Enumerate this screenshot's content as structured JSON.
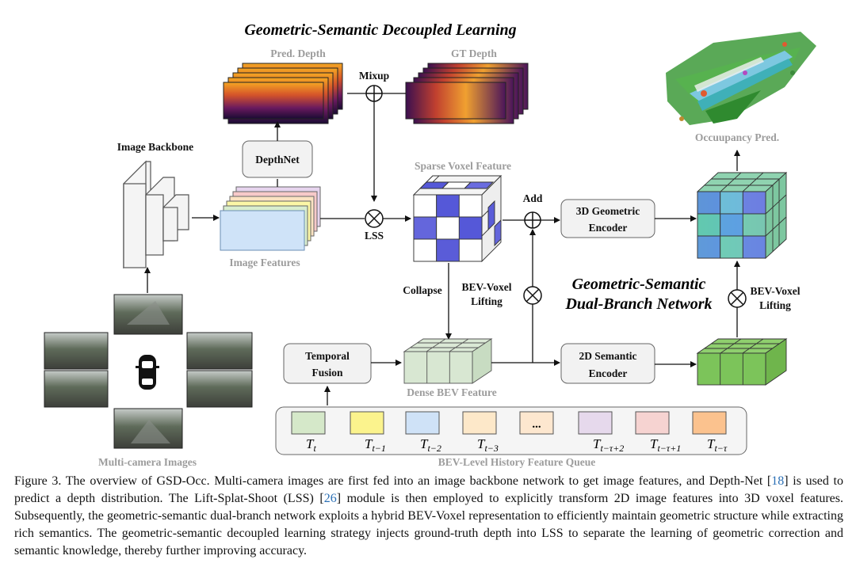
{
  "figure": {
    "title": "Geometric-Semantic Decoupled Learning",
    "labels": {
      "pred_depth": "Pred. Depth",
      "gt_depth": "GT Depth",
      "mixup": "Mixup",
      "image_backbone": "Image Backbone",
      "depthnet": "DepthNet",
      "image_features": "Image Features",
      "lss": "LSS",
      "sparse_voxel_feature": "Sparse Voxel Feature",
      "add": "Add",
      "geo_encoder_line1": "3D Geometric",
      "geo_encoder_line2": "Encoder",
      "occupancy_pred": "Occuupancy Pred.",
      "collapse": "Collapse",
      "bev_voxel_lifting_line1": "BEV-Voxel",
      "bev_voxel_lifting_line2": "Lifting",
      "dual_branch_line1": "Geometric-Semantic",
      "dual_branch_line2": "Dual-Branch Network",
      "temporal_line1": "Temporal",
      "temporal_line2": "Fusion",
      "dense_bev_feature": "Dense BEV Feature",
      "sem_encoder_line1": "2D Semantic",
      "sem_encoder_line2": "Encoder",
      "multi_camera_images": "Multi-camera Images",
      "history_queue": "BEV-Level History Feature Queue"
    },
    "queue": [
      {
        "base": "T",
        "sub": "t",
        "color": "#d5e8c9"
      },
      {
        "base": "T",
        "sub": "t−1",
        "color": "#fbf38d"
      },
      {
        "base": "T",
        "sub": "t−2",
        "color": "#cfe2f7"
      },
      {
        "base": "T",
        "sub": "t−3",
        "color": "#fde8c9"
      },
      {
        "base": "...",
        "sub": "",
        "color": "#fde7cf"
      },
      {
        "base": "T",
        "sub": "t−τ+2",
        "color": "#e6d9ec"
      },
      {
        "base": "T",
        "sub": "t−τ+1",
        "color": "#f6d3d1"
      },
      {
        "base": "T",
        "sub": "t−τ",
        "color": "#fbc28e"
      }
    ]
  },
  "caption": {
    "p1": "Figure 3. The overview of GSD-Occ. Multi-camera images are first fed into an image backbone network to get image features, and Depth-Net [",
    "r1": "18",
    "p2": "] is used to predict a depth distribution. The Lift-Splat-Shoot (LSS) [",
    "r2": "26",
    "p3": "] module is then employed to explicitly transform 2D image features into 3D voxel features. Subsequently, the geometric-semantic dual-branch network exploits a hybrid BEV-Voxel representation to efficiently maintain geometric structure while extracting rich semantics. The geometric-semantic decoupled learning strategy injects ground-truth depth into LSS to separate the learning of geometric correction and semantic knowledge, thereby further improving accuracy."
  }
}
